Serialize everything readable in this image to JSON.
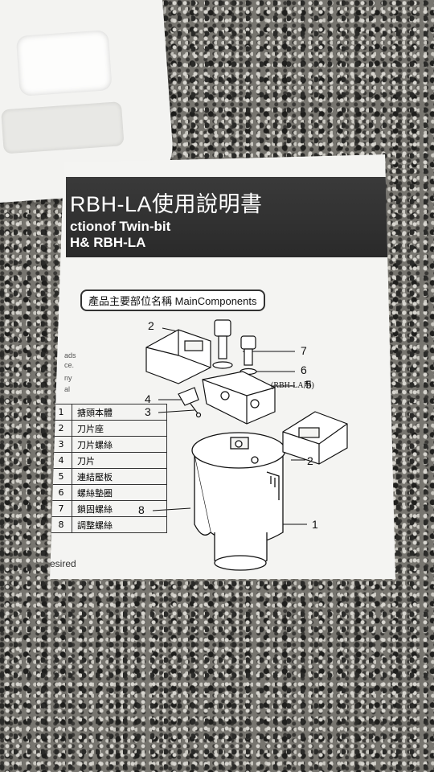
{
  "manual": {
    "title": "RBH-LA使用說明書",
    "subtitle_line1": "ctionof Twin-bit",
    "subtitle_line2": "H& RBH-LA",
    "section_label": "產品主要部位名稱 MainComponents",
    "margin_text": [
      "ads",
      "ce.",
      "ny",
      "al"
    ],
    "footer_text": "esired",
    "diagram_note": "(RBH-LA用)"
  },
  "callouts": [
    "2",
    "7",
    "6",
    "5",
    "4",
    "3",
    "8",
    "1",
    "2"
  ],
  "parts": [
    {
      "num": "1",
      "name": "搪頭本體"
    },
    {
      "num": "2",
      "name": "刀片座"
    },
    {
      "num": "3",
      "name": "刀片螺絲"
    },
    {
      "num": "4",
      "name": "刀片"
    },
    {
      "num": "5",
      "name": "連結壓板"
    },
    {
      "num": "6",
      "name": "螺絲墊圈"
    },
    {
      "num": "7",
      "name": "鎖固螺絲"
    },
    {
      "num": "8",
      "name": "調整螺絲"
    }
  ]
}
